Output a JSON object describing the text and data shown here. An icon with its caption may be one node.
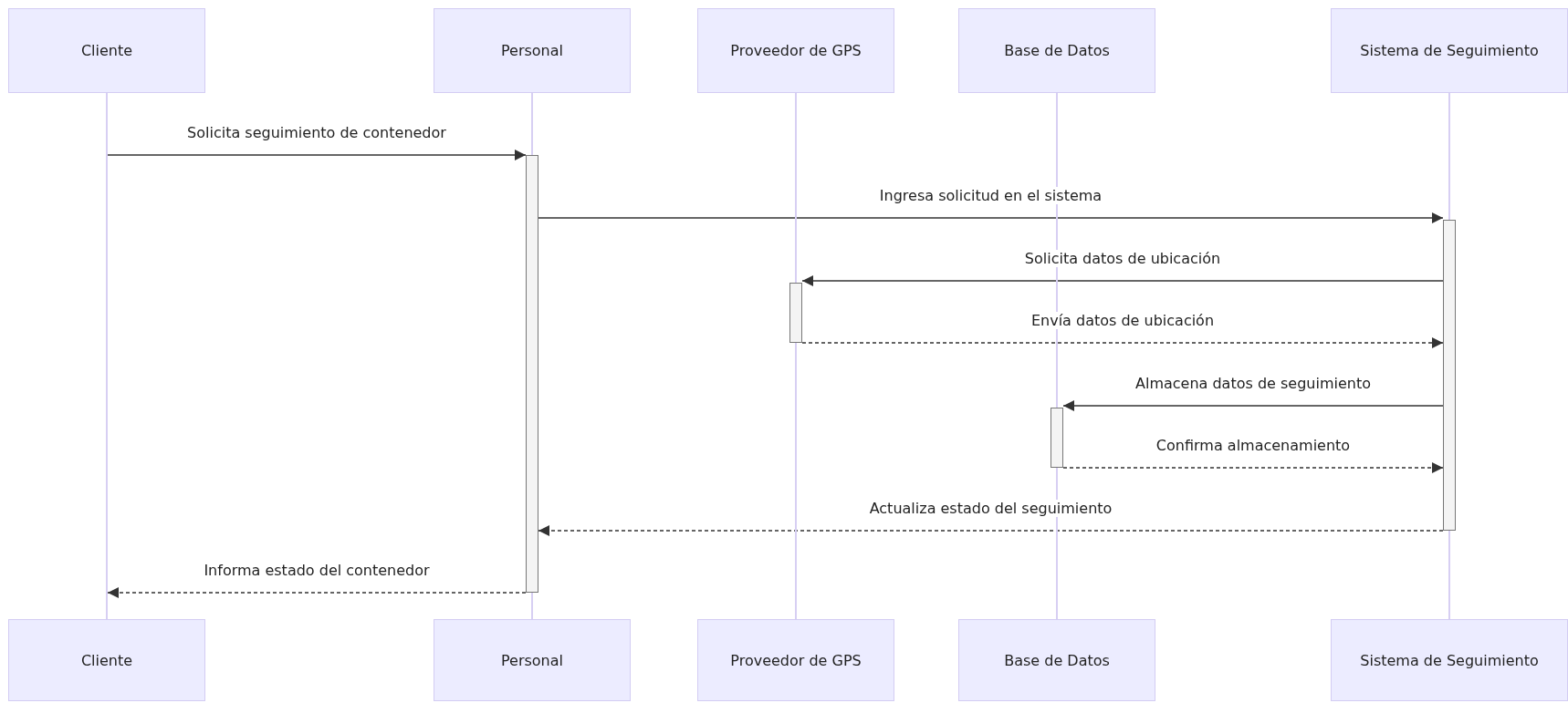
{
  "diagram": {
    "nodes": [
      {
        "text": [
          "Cliente"
        ]
      },
      {
        "text": [
          "Personal"
        ]
      },
      {
        "text": [
          "Proveedor de GPS"
        ]
      },
      {
        "text": [
          "Base de Datos"
        ]
      },
      {
        "text": [
          "Sistema de Seguimiento"
        ]
      },
      {
        "text": [
          "Cliente"
        ]
      },
      {
        "text": [
          "Personal"
        ]
      },
      {
        "text": [
          "Proveedor de GPS"
        ]
      },
      {
        "text": [
          "Base de Datos"
        ]
      },
      {
        "text": [
          "Sistema de Seguimiento"
        ]
      },
      {
        "text": [],
        "shape": "line"
      },
      {
        "text": [],
        "shape": "line"
      },
      {
        "text": [],
        "shape": "line"
      },
      {
        "text": [],
        "shape": "line"
      },
      {
        "text": [],
        "shape": "line"
      },
      {
        "text": [],
        "shape": "bar"
      },
      {
        "text": [],
        "shape": "bar"
      },
      {
        "text": [],
        "shape": "bar"
      },
      {
        "text": [],
        "shape": "bar"
      }
    ],
    "edges": [
      {
        "from": 10,
        "to": 15,
        "arrow": "to",
        "label": "Solicita seguimiento de contenedor"
      },
      {
        "from": 15,
        "to": 16,
        "arrow": "to",
        "label": "Ingresa solicitud en el sistema"
      },
      {
        "from": 16,
        "to": 17,
        "arrow": "to",
        "label": "Solicita datos de ubicación"
      },
      {
        "from": 17,
        "to": 16,
        "arrow": "to",
        "label": "Envía datos de ubicación",
        "style": "dashed"
      },
      {
        "from": 16,
        "to": 18,
        "arrow": "to",
        "label": "Almacena datos de seguimiento"
      },
      {
        "from": 18,
        "to": 16,
        "arrow": "to",
        "label": "Confirma almacenamiento",
        "style": "dashed"
      },
      {
        "from": 16,
        "to": 15,
        "arrow": "to",
        "label": "Actualiza estado del seguimiento",
        "style": "dashed"
      },
      {
        "from": 15,
        "to": 10,
        "arrow": "to",
        "label": "Informa estado del contenedor",
        "style": "dashed"
      }
    ]
  }
}
